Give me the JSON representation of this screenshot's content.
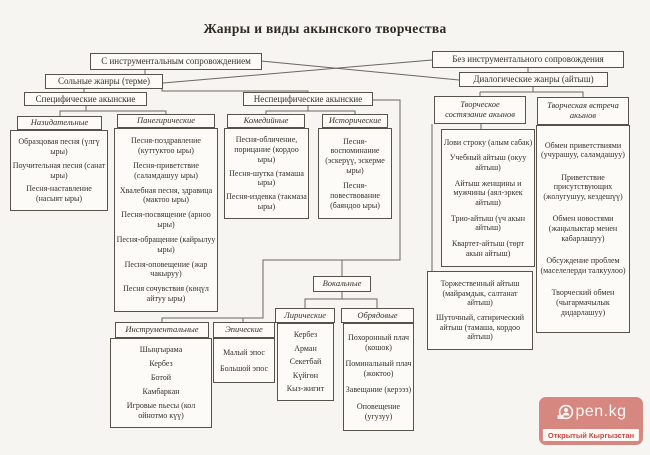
{
  "title": "Жанры и виды акынского творчества",
  "top": {
    "with_instrumental": "С инструментальным сопровождением",
    "without_instrumental": "Без инструментального сопровождения",
    "solo_genres": "Сольные жанры (терме)",
    "dialogic_genres": "Диалогические жанры (айтыш)",
    "specific_akyn": "Специфические акынские",
    "nonspecific_akyn": "Неспецифические акынские"
  },
  "nazidatelnye": {
    "header": "Назидательные",
    "items": [
      "Образцовая песня (үлгү ыры)",
      "Поучительная песня (санат ыры)",
      "Песня-наставление (насыят ыры)"
    ]
  },
  "panegiricheskie": {
    "header": "Панегирические",
    "items": [
      "Песня-поздравление (куттуктоо ыры)",
      "Песня-приветствие (саламдашуу ыры)",
      "Хвалебная песня, здравица (мактоо ыры)",
      "Песня-посвящение (арноо ыры)",
      "Песня-обращение (кайрылуу ыры)",
      "Песня-оповещение (жар чакыруу)",
      "Песня сочувствия (көңүл айтуу ыры)"
    ]
  },
  "komediynye": {
    "header": "Комедийные",
    "items": [
      "Песня-обличение, порицание (кордоо ыры)",
      "Песня-шутка (тамаша ыры)",
      "Песня-издевка (такмаза ыры)"
    ]
  },
  "istoricheskie": {
    "header": "Исторические",
    "items": [
      "Песня-воспоминание (эскерүү, эскерме ыры)",
      "Песня-повествование (баяндоо ыры)"
    ]
  },
  "contest": {
    "header": "Творческое состязание акынов",
    "box1": [
      "Лови строку (алым сабак)",
      "Учебный айтыш (окуу айтыш)",
      "Айтыш женщины и мужчины (аял-эркек айтыш)",
      "Трио-айтыш (үч акын айтыш)",
      "Квартет-айтыш (төрт акын айтыш)"
    ],
    "box2": [
      "Торжественный айтыш (майрамдык, салтанат айтыш)",
      "Шуточный, сатирический айтыш (тамаша, кордоо айтыш)"
    ]
  },
  "meeting": {
    "header": "Творческая встреча акынов",
    "items": [
      "Обмен приветствиями (учурашуу, саламдашуу)",
      "Приветствие присутствующих (жолугушуу, кездешүү)",
      "Обмен новостями (жаңылыктар менен кабарлашуу)",
      "Обсуждение проблем (маселелерди талкуулоо)",
      "Творческий обмен (чыгармачылык дидарлашуу)"
    ]
  },
  "vokalnye": {
    "header": "Вокальные"
  },
  "liricheskie": {
    "header": "Лирические",
    "items": [
      "Кербез",
      "Арман",
      "Секетбай",
      "Күйгөн",
      "Кыз-жигит"
    ]
  },
  "obryadovye": {
    "header": "Обрядовые",
    "items": [
      "Похоронный плач (кошок)",
      "Поминальный плач (жоктоо)",
      "Завещание (керээз)",
      "Оповещение (угузуу)"
    ]
  },
  "instrumentalnye": {
    "header": "Инструментальные",
    "items": [
      "Шыңгырама",
      "Кербез",
      "Ботой",
      "Камбаркан",
      "Игровые пьесы (кол ойнотмо күү)"
    ]
  },
  "epicheskie": {
    "header": "Эпические",
    "items": [
      "Малый эпос",
      "Большой эпос"
    ]
  },
  "watermark": {
    "brand": "pen.kg",
    "tagline": "Открытый Кыргызстан"
  },
  "colors": {
    "box_border": "#57534b",
    "connector": "#6b675f",
    "text": "#35312a",
    "watermark_bg": "#ce6f67",
    "watermark_text": "#c64a41"
  }
}
